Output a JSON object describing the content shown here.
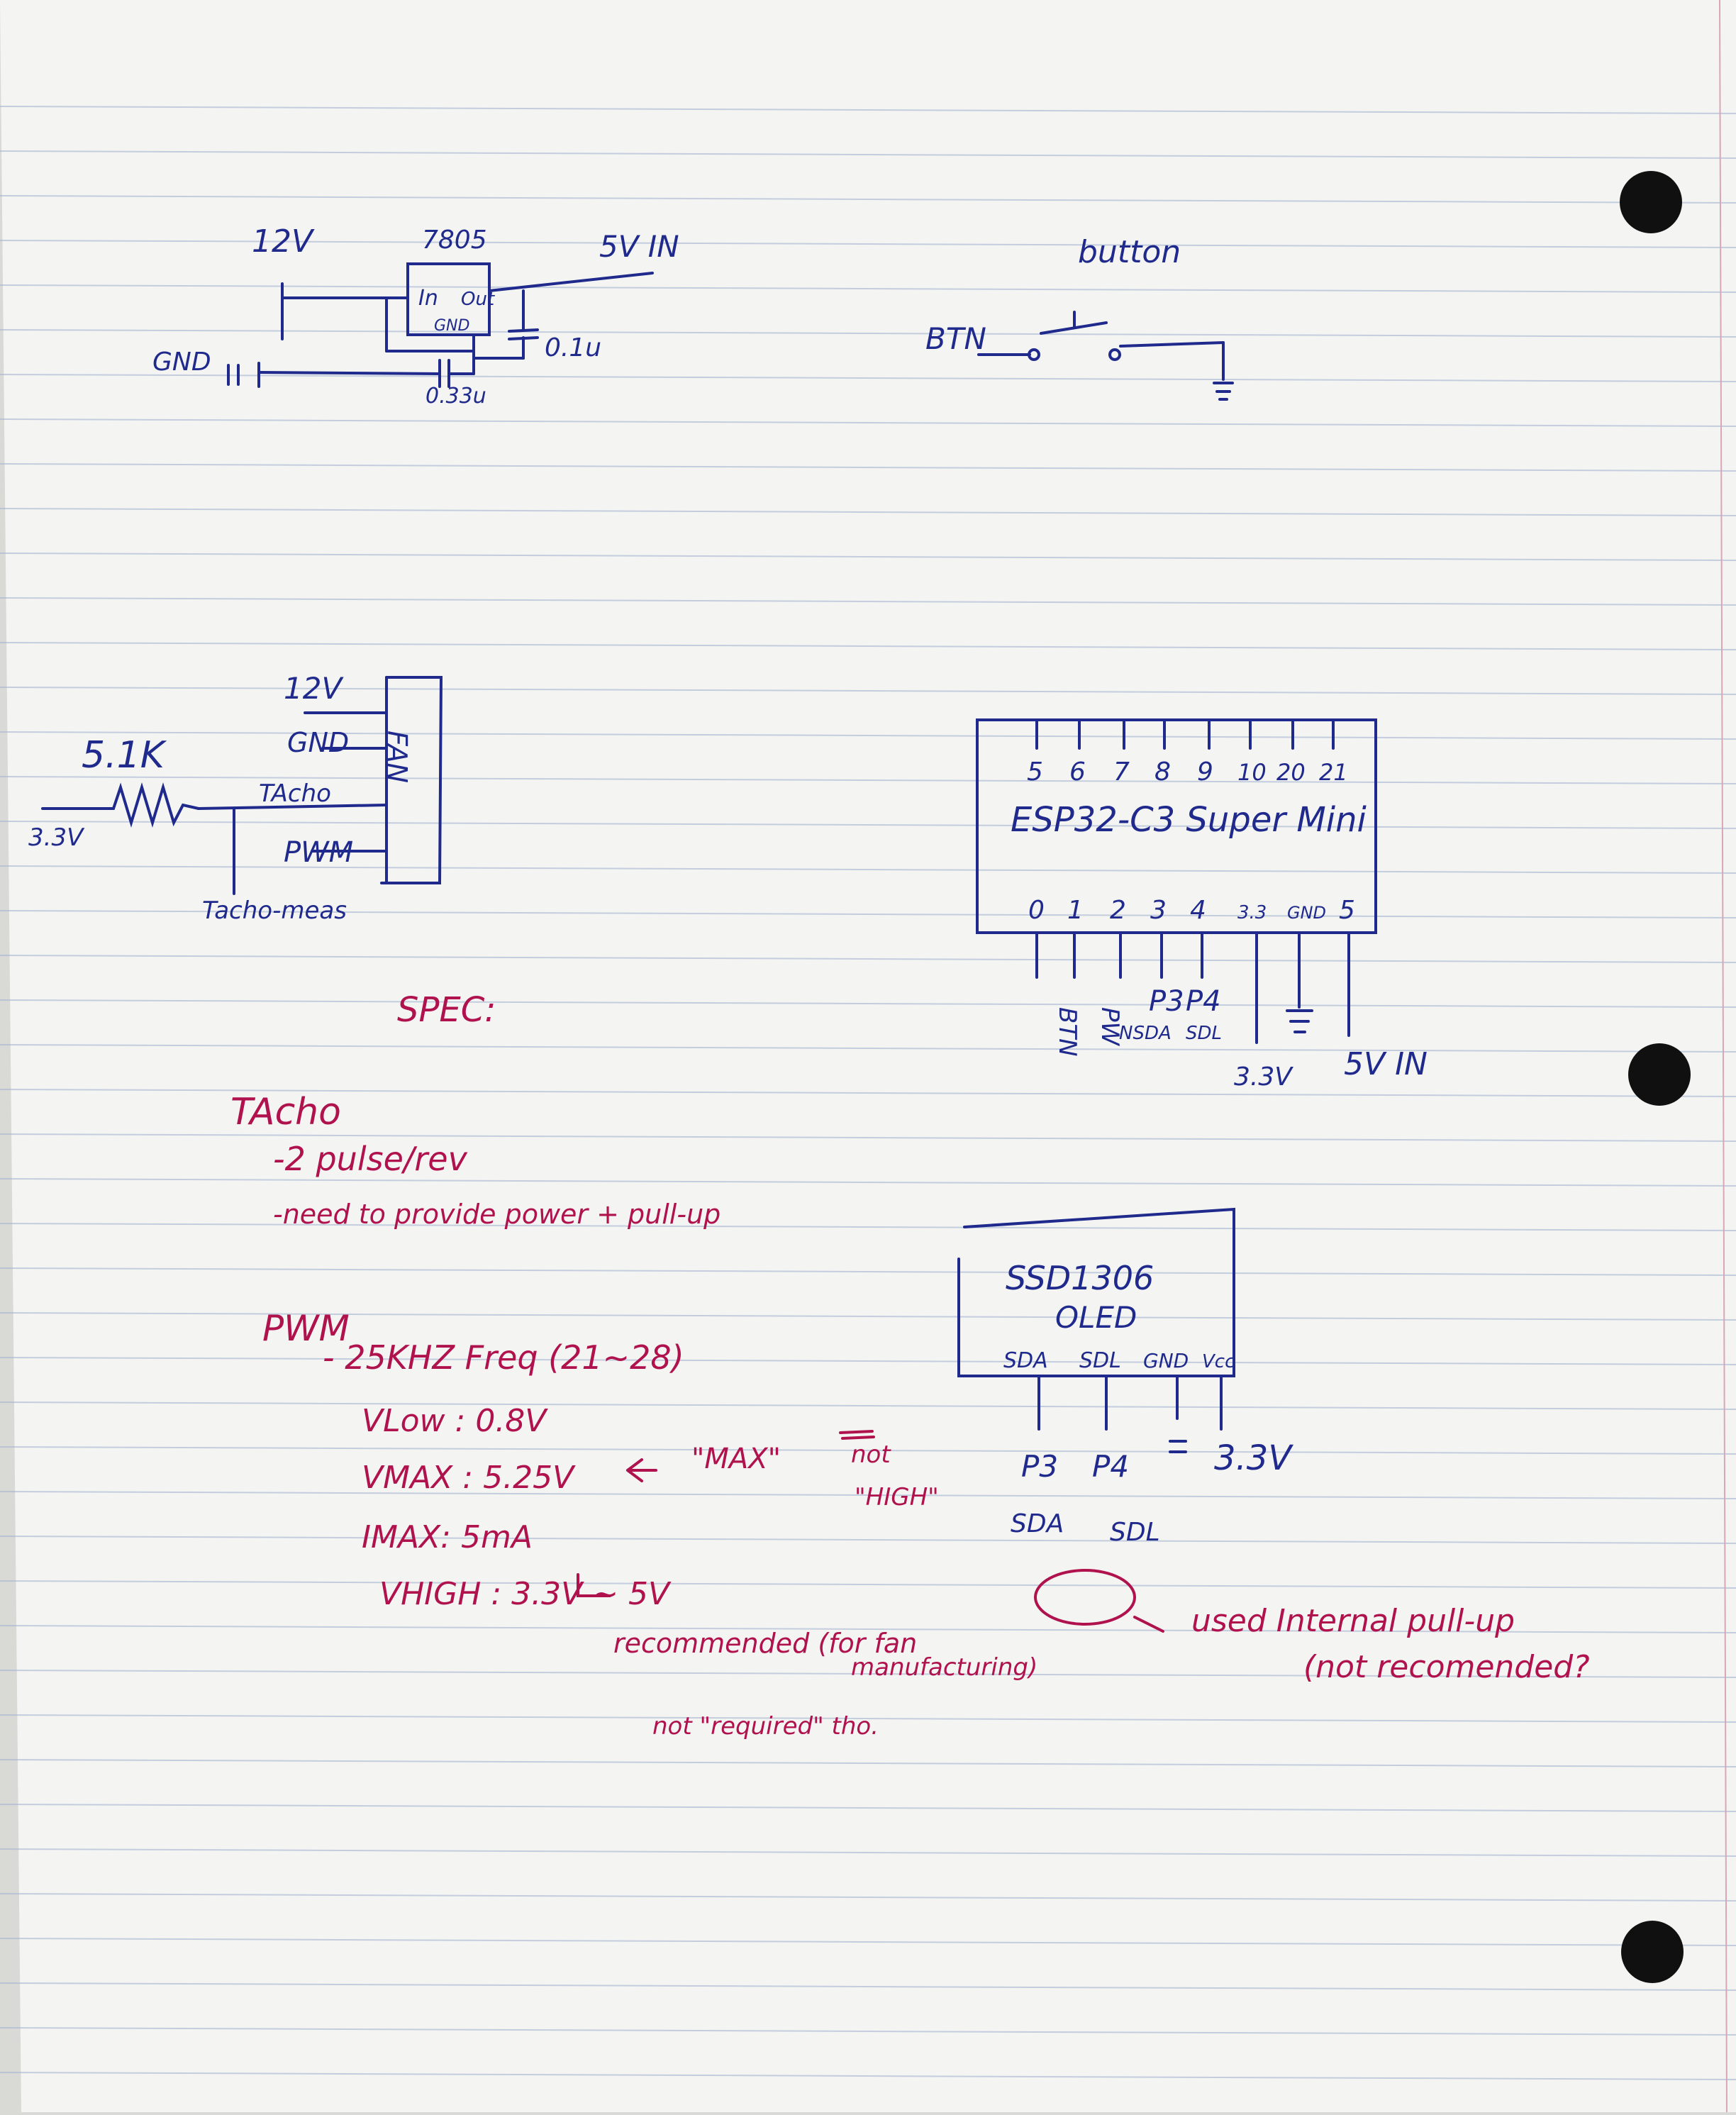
{
  "colors": {
    "paper": "#f4f5f3",
    "rule": "#a9b8d3",
    "margin": "#d9a6b6",
    "blue_ink": "#1f2a8c",
    "red_ink": "#b0124e",
    "hole": "#101010"
  },
  "regulator": {
    "v12": "12V",
    "chip": "7805",
    "in": "In",
    "out": "Out",
    "gnd_pin": "GND",
    "vout": "5V IN",
    "gnd": "GND",
    "cap_out": "0.1u",
    "cap_in": "0.33u"
  },
  "button": {
    "title": "button",
    "net": "BTN"
  },
  "fan": {
    "v12": "12V",
    "gnd": "GND",
    "tacho": "TAcho",
    "pwm": "PWM",
    "name": "FAN",
    "resistor": "5.1K",
    "v33": "3.3V",
    "meas": "Tacho-meas"
  },
  "esp": {
    "name": "ESP32-C3 Super Mini",
    "top_pins": [
      "5",
      "6",
      "7",
      "8",
      "9",
      "10",
      "20",
      "21"
    ],
    "bottom_pins": [
      "0",
      "1",
      "2",
      "3",
      "4",
      "3.3",
      "GND",
      "5"
    ],
    "btn": "BTN",
    "pw": "PW",
    "p3": "P3",
    "p4": "P4",
    "nsda": "NSDA",
    "sdl": "SDL",
    "v33": "3.3V",
    "vin": "5V IN"
  },
  "oled": {
    "title": "SSD1306",
    "subtitle": "OLED",
    "pins": [
      "SDA",
      "SDL",
      "GND",
      "Vcc"
    ],
    "p3": "P3",
    "p4": "P4",
    "sda": "SDA",
    "sdl": "SDL",
    "v33": "3.3V"
  },
  "spec": {
    "heading": "SPEC:",
    "tacho_title": "TAcho",
    "tacho_1": "-2 pulse/rev",
    "tacho_2": "-need to provide power + pull-up",
    "pwm_title": "PWM",
    "pwm_1": "- 25KHZ Freq (21~28)",
    "vlow": "VLow : 0.8V",
    "vmax": "VMAX : 5.25V",
    "vmax_note": "\"MAX\"",
    "not": "not",
    "high": "\"HIGH\"",
    "imax": "IMAX: 5mA",
    "vhigh": "VHIGH : 3.3V ~ 5V",
    "rec": "recommended (for fan",
    "rec2": "manufacturing)",
    "notreq": "not \"required\" tho.",
    "pullup": "used Internal pull-up",
    "pullup2": "(not recomended?"
  }
}
